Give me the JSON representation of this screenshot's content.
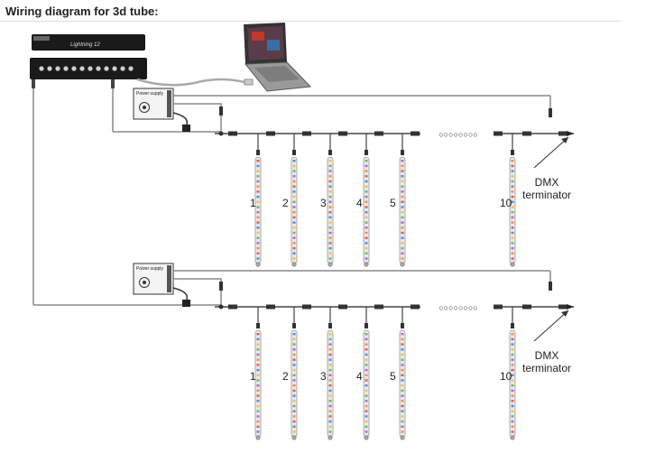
{
  "page": {
    "heading": "Wiring diagram for 3d tube:"
  },
  "controller": {
    "brand_label": "Lightning 12"
  },
  "laptop": {},
  "power_supply": {
    "label": "Power supply"
  },
  "tube_labels": [
    "1",
    "2",
    "3",
    "4",
    "5",
    "10"
  ],
  "ellipsis": "○○○○○○○○",
  "terminator": {
    "line1": "DMX",
    "line2": "terminator"
  },
  "colors": {
    "line": "#888888",
    "dark_line": "#444444",
    "tube_fill": "#e9e9e9",
    "led_palette": [
      "#e45858",
      "#4f8fe0",
      "#f2c14e",
      "#66bb6a",
      "#ab6ad4",
      "#ff8a3d"
    ],
    "equipment": "#1a1a1a"
  }
}
